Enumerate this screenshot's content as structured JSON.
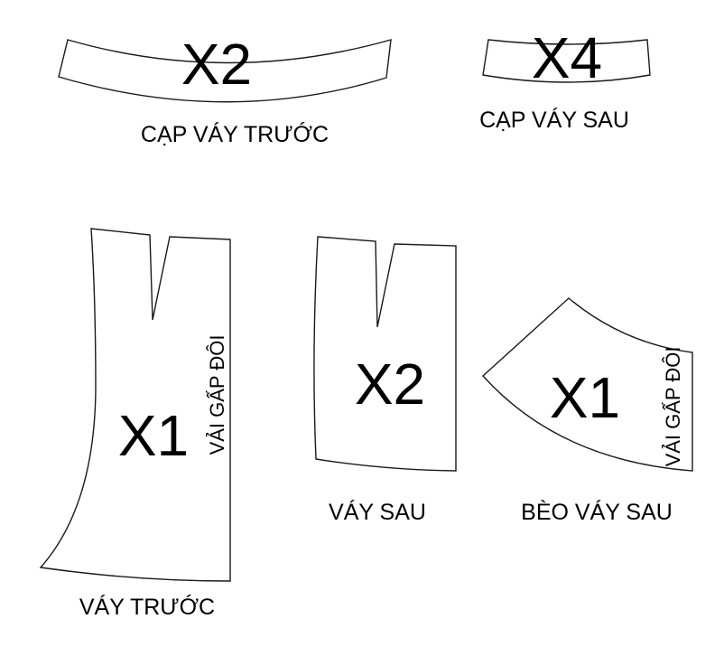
{
  "title": "Sewing pattern pieces",
  "pieces": {
    "front_waistband": {
      "quantity": "X2",
      "name": "CẠP VÁY TRƯỚC"
    },
    "back_waistband": {
      "quantity": "X4",
      "name": "CẠP VÁY SAU"
    },
    "front_skirt": {
      "quantity": "X1",
      "name": "VÁY TRƯỚC",
      "fold_note": "VẢI GẤP ĐÔI"
    },
    "back_skirt": {
      "quantity": "X2",
      "name": "VÁY SAU"
    },
    "back_ruffle": {
      "quantity": "X1",
      "name": "BÈO VÁY SAU",
      "fold_note": "VẢI GẤP ĐÔI"
    }
  },
  "colors": {
    "outline": "#1a1a1a",
    "text": "#000000",
    "background": "#ffffff"
  }
}
